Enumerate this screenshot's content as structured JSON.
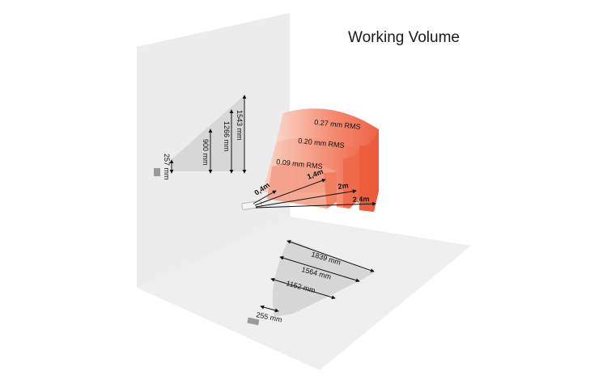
{
  "title": "Working Volume",
  "side_view": {
    "labels": [
      "257 mm",
      "900 mm",
      "1266 mm",
      "1543 mm"
    ]
  },
  "top_view": {
    "labels": [
      "255 mm",
      "1152 mm",
      "1564 mm",
      "1839 mm"
    ]
  },
  "accuracy_zones": [
    {
      "label": "0.09 mm RMS",
      "color": "#f08a6c"
    },
    {
      "label": "0.20 mm RMS",
      "color": "#f27b5d"
    },
    {
      "label": "0.27 mm RMS",
      "color": "#f06a4c"
    }
  ],
  "ranges": [
    "0,4m",
    "1,4m",
    "2m",
    "2,4m"
  ],
  "colors": {
    "wall": "#ececec",
    "floor": "#efefef",
    "frustum": "#d6d6d6",
    "accent": "#ee5a3a"
  }
}
